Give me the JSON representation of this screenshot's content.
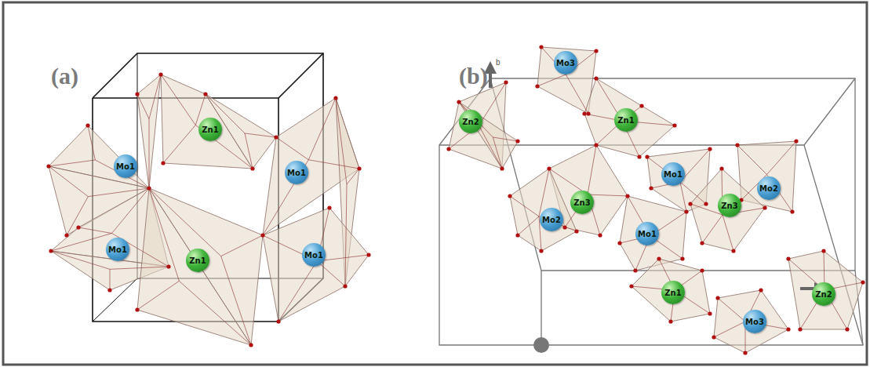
{
  "diagram": {
    "nodes": [
      {
        "text": [
          "Zn1"
        ]
      },
      {
        "text": [
          "Mo1"
        ]
      },
      {
        "text": [
          "Mo1"
        ]
      },
      {
        "text": [
          "Mo1"
        ]
      },
      {
        "text": [
          "Mo1"
        ]
      },
      {
        "text": [
          "Zn1"
        ]
      },
      {
        "text": [
          "Mo3"
        ]
      },
      {
        "text": [
          "Zn1"
        ]
      },
      {
        "text": [
          "Zn2"
        ]
      },
      {
        "text": [
          "Mo1"
        ]
      },
      {
        "text": [
          "Mo2"
        ]
      },
      {
        "text": [
          "Zn3"
        ]
      },
      {
        "text": [
          "Zn3"
        ]
      },
      {
        "text": [
          "Mo2"
        ]
      },
      {
        "text": [
          "Mo1"
        ]
      },
      {
        "text": [
          "Zn1"
        ]
      },
      {
        "text": [
          "Zn2"
        ]
      },
      {
        "text": [
          "Mo3"
        ]
      }
    ],
    "labels": [
      "(a)",
      "(b)",
      "b"
    ]
  }
}
